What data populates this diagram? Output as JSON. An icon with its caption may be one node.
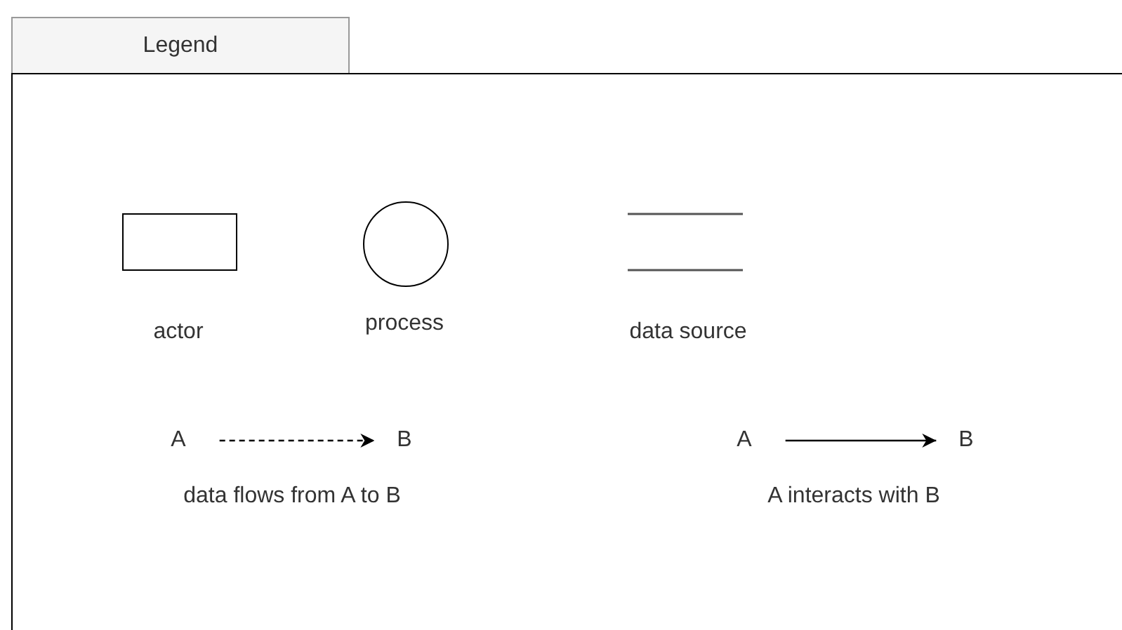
{
  "diagram": {
    "nodes": [
      {
        "text": [
          "Legend"
        ]
      },
      {
        "text": [],
        "shape": "box",
        "in": 0,
        "beside": [
          "actor"
        ]
      },
      {
        "text": [],
        "shape": "circle",
        "in": 0,
        "beside": [
          "process"
        ]
      },
      {
        "text": [],
        "shape": "lines",
        "in": 0,
        "beside": [
          "data source"
        ]
      },
      {
        "text": [
          "A"
        ],
        "in": 0
      },
      {
        "text": [
          "B"
        ],
        "in": 0
      },
      {
        "text": [
          "A"
        ],
        "in": 0
      },
      {
        "text": [
          "B"
        ],
        "in": 0
      }
    ],
    "edges": [
      {
        "from": 4,
        "to": 5,
        "arrow": "to",
        "style": "dashed"
      },
      {
        "from": 6,
        "to": 7,
        "arrow": "to"
      }
    ],
    "legend": [
      {
        "text": "data flows from A to B"
      },
      {
        "text": "A interacts with B"
      }
    ]
  }
}
